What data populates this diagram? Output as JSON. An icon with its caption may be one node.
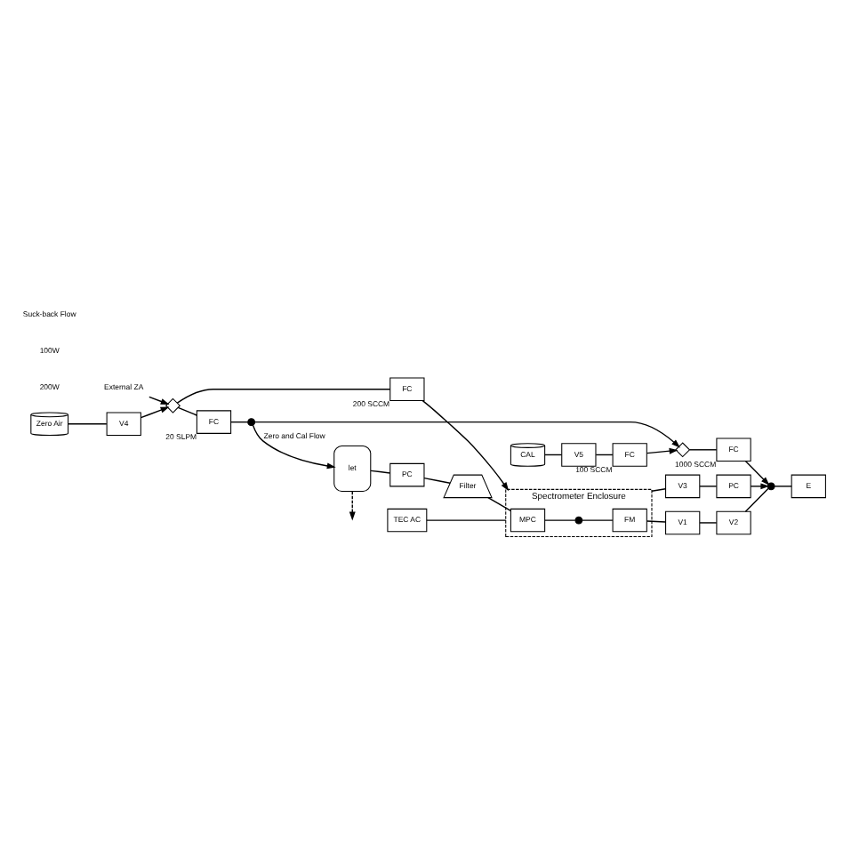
{
  "diagram": {
    "nodes": [
      {
        "text": [
          "let"
        ]
      },
      {
        "text": [
          "PC"
        ]
      },
      {
        "text": [
          "Filter"
        ]
      },
      {
        "text": [
          "Spectrometer Enclosure"
        ]
      },
      {
        "text": [
          "MPC"
        ],
        "in": 3
      },
      {
        "text": [],
        "shape": "circle",
        "in": 3
      },
      {
        "text": [
          "FM"
        ],
        "in": 3
      },
      {
        "text": [
          "TEC AC"
        ]
      },
      {
        "text": [
          "V1"
        ]
      },
      {
        "text": [
          "V2"
        ]
      },
      {
        "text": [],
        "shape": "circle"
      },
      {
        "text": [
          "E"
        ]
      },
      {
        "text": [
          "V3"
        ]
      },
      {
        "text": [
          "PC"
        ]
      },
      {
        "text": [
          "FC"
        ],
        "beside": [
          "200 SCCM"
        ]
      },
      {
        "text": [],
        "shape": "valve"
      },
      {
        "text": [
          "External ZA"
        ]
      },
      {
        "text": [
          "V4"
        ]
      },
      {
        "text": [
          "Zero Air"
        ]
      },
      {
        "text": [
          "FC"
        ],
        "beside": [
          "20 SLPM"
        ]
      },
      {
        "text": [],
        "shape": "circle"
      },
      {
        "text": [
          "FC"
        ],
        "beside": [
          "100 SCCM"
        ]
      },
      {
        "text": [
          "V5"
        ]
      },
      {
        "text": [
          "CAL"
        ]
      },
      {
        "text": [
          "FC"
        ],
        "beside": [
          "1000 SCCM"
        ]
      },
      {
        "text": [],
        "shape": "valve"
      }
    ],
    "edges": [
      {
        "from": 0,
        "to": null,
        "arrow": "to",
        "style": "dashed"
      },
      {
        "from": 0,
        "to": 1,
        "arrow": "none"
      },
      {
        "from": 1,
        "to": 2,
        "arrow": "none"
      },
      {
        "from": 2,
        "to": 4,
        "arrow": "none"
      },
      {
        "from": 4,
        "to": 5,
        "arrow": "none"
      },
      {
        "from": 5,
        "to": 6,
        "arrow": "none"
      },
      {
        "from": 6,
        "to": 8,
        "arrow": "none"
      },
      {
        "from": 8,
        "to": 9,
        "arrow": "none"
      },
      {
        "from": 9,
        "to": 10,
        "arrow": "none"
      },
      {
        "from": 10,
        "to": 11,
        "arrow": "none"
      },
      {
        "from": 7,
        "to": 3,
        "arrow": "none"
      },
      {
        "from": 3,
        "to": 12,
        "arrow": "none"
      },
      {
        "from": 12,
        "to": 13,
        "arrow": "none"
      },
      {
        "from": 13,
        "to": 10,
        "arrow": "to"
      },
      {
        "from": 14,
        "to": 3,
        "arrow": "to"
      },
      {
        "from": 15,
        "to": 14,
        "arrow": "none"
      },
      {
        "from": 16,
        "to": 15,
        "arrow": "to"
      },
      {
        "from": 18,
        "to": 17,
        "arrow": "none"
      },
      {
        "from": 17,
        "to": 15,
        "arrow": "to"
      },
      {
        "from": 15,
        "to": 19,
        "arrow": "none"
      },
      {
        "from": 19,
        "to": 20,
        "arrow": "none"
      },
      {
        "from": 20,
        "to": 0,
        "arrow": "to",
        "label": "Zero and Cal Flow"
      },
      {
        "from": 20,
        "to": 25,
        "arrow": "to"
      },
      {
        "from": 23,
        "to": 22,
        "arrow": "none"
      },
      {
        "from": 22,
        "to": 21,
        "arrow": "none"
      },
      {
        "from": 21,
        "to": 25,
        "arrow": "to"
      },
      {
        "from": 25,
        "to": 24,
        "arrow": "none"
      },
      {
        "from": 24,
        "to": 10,
        "arrow": "to"
      }
    ],
    "labels": [
      "200W",
      "100W",
      "Suck-back Flow"
    ]
  }
}
